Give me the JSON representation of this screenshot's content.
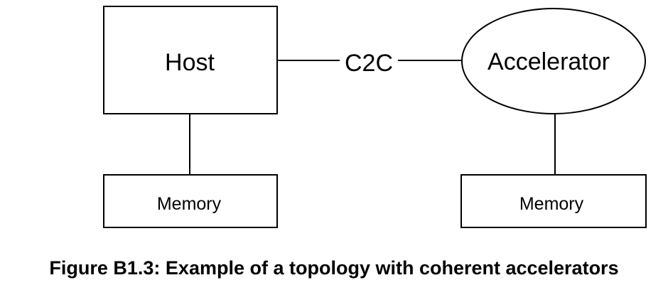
{
  "diagram": {
    "host_label": "Host",
    "accelerator_label": "Accelerator",
    "link_label": "C2C",
    "host_memory_label": "Memory",
    "accelerator_memory_label": "Memory"
  },
  "caption": "Figure B1.3: Example of a topology with coherent accelerators"
}
